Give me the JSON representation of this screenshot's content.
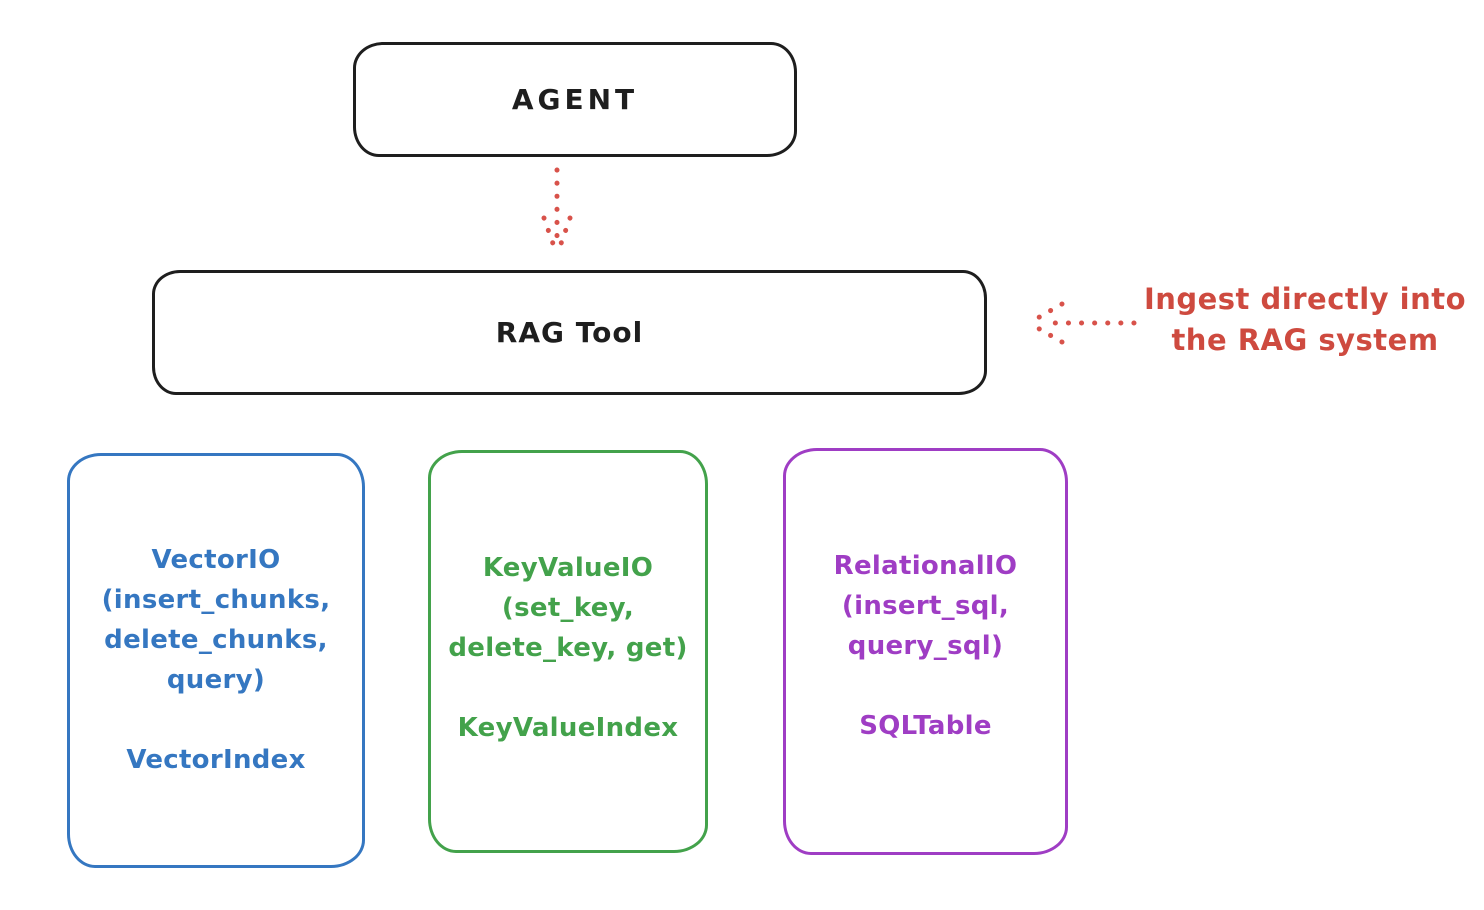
{
  "diagram": {
    "agent": {
      "label": "AGENT"
    },
    "rag_tool": {
      "label": "RAG Tool"
    },
    "annotation": {
      "line1": "Ingest directly into",
      "line2": "the RAG system",
      "color": "#ce4a3f"
    },
    "stores": [
      {
        "id": "vector-io",
        "color": "#3577c1",
        "lines": [
          "VectorIO",
          "(insert_chunks,",
          "delete_chunks,",
          "query)"
        ],
        "index_label": "VectorIndex"
      },
      {
        "id": "keyvalue-io",
        "color": "#43a24b",
        "lines": [
          "KeyValueIO",
          "(set_key,",
          "delete_key, get)"
        ],
        "index_label": "KeyValueIndex"
      },
      {
        "id": "relational-io",
        "color": "#9f3dc4",
        "lines": [
          "RelationalIO",
          "(insert_sql,",
          "query_sql)"
        ],
        "index_label": "SQLTable"
      }
    ],
    "arrow_color": "#d8524a",
    "box_border_color": "#1e1e1e",
    "background_color": "#ffffff"
  }
}
